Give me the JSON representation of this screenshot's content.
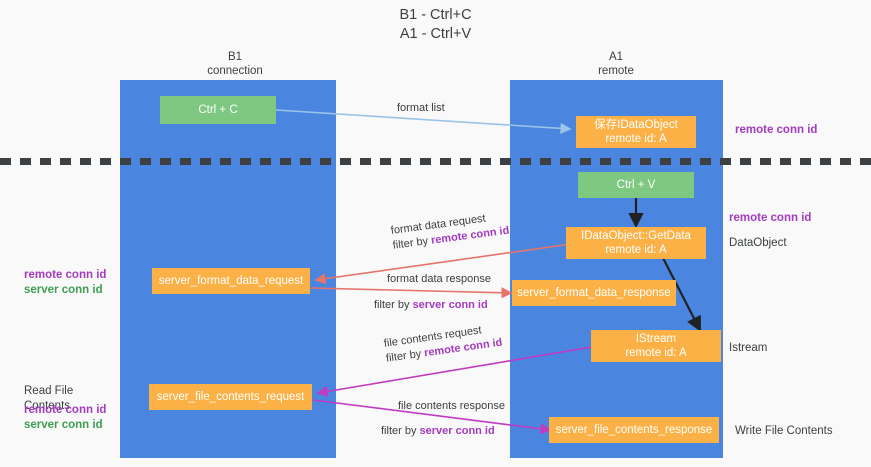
{
  "title": {
    "line1": "B1 - Ctrl+C",
    "line2": "A1 - Ctrl+V"
  },
  "columns": [
    {
      "name": "B1",
      "role": "connection"
    },
    {
      "name": "A1",
      "role": "remote"
    }
  ],
  "nodes": {
    "ctrl_c": {
      "label": "Ctrl + C"
    },
    "ctrl_v": {
      "label": "Ctrl + V"
    },
    "save_idataobject": {
      "line1": "保存IDataObject",
      "line2": "remote id: A"
    },
    "getdata": {
      "line1": "IDataObject::GetData",
      "line2": "remote id: A"
    },
    "istream": {
      "line1": "IStream",
      "line2": "remote id: A"
    },
    "server_format_data_request": {
      "label": "server_format_data_request"
    },
    "server_format_data_response": {
      "label": "server_format_data_response"
    },
    "server_file_contents_request": {
      "label": "server_file_contents_request"
    },
    "server_file_contents_response": {
      "label": "server_file_contents_response"
    }
  },
  "edges": {
    "format_list": {
      "label": "format list"
    },
    "format_data_request": {
      "line1": "format data request",
      "prefix": "filter by ",
      "key": "remote conn id"
    },
    "format_data_response": {
      "line1": "format data response",
      "prefix": "filter by ",
      "key": "server conn id"
    },
    "file_contents_request": {
      "line1": "file contents request",
      "prefix": "filter by ",
      "key": "remote conn id"
    },
    "file_contents_response": {
      "line1": "file contents response",
      "prefix": "filter by ",
      "key": "server conn id"
    }
  },
  "annotations": {
    "right_remote_conn_id_top": "remote conn id",
    "right_remote_conn_id_mid": "remote conn id",
    "right_dataobject": "DataObject",
    "right_istream": "Istream",
    "right_write_file_contents": "Write File Contents",
    "left_remote_conn_id_mid": "remote conn id",
    "left_server_conn_id_mid": "server conn id",
    "left_read_file_contents": "Read File Contents",
    "left_remote_conn_id_bottom": "remote conn id",
    "left_server_conn_id_bottom": "server conn id"
  },
  "colors": {
    "lane": "#4a86e0",
    "green_node": "#7ec882",
    "orange_node": "#fbb146",
    "purple_text": "#a33bbf",
    "green_text": "#3f9e52",
    "red_arrow": "#e8736b",
    "magenta_arrow": "#c13bc1",
    "blue_arrow": "#9cc3ea",
    "black_arrow": "#202124"
  }
}
